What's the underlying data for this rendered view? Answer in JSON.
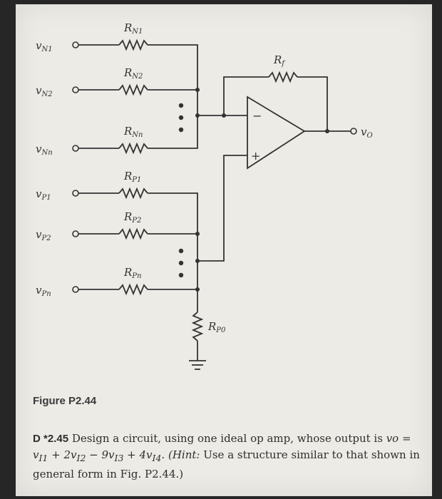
{
  "figure": {
    "caption": "Figure P2.44",
    "inputs": {
      "vN1": "v",
      "vN1_sub": "N1",
      "vN2": "v",
      "vN2_sub": "N2",
      "vNn": "v",
      "vNn_sub": "Nn",
      "vP1": "v",
      "vP1_sub": "P1",
      "vP2": "v",
      "vP2_sub": "P2",
      "vPn": "v",
      "vPn_sub": "Pn"
    },
    "resistors": {
      "RN1": "R",
      "RN1_sub": "N1",
      "RN2": "R",
      "RN2_sub": "N2",
      "RNn": "R",
      "RNn_sub": "Nn",
      "RP1": "R",
      "RP1_sub": "P1",
      "RP2": "R",
      "RP2_sub": "P2",
      "RPn": "R",
      "RPn_sub": "Pn",
      "RP0": "R",
      "RP0_sub": "P0",
      "Rf": "R",
      "Rf_sub": "f"
    },
    "output": {
      "label": "v",
      "sub": "O"
    },
    "opamp": {
      "minus": "−",
      "plus": "+"
    }
  },
  "problem": {
    "number": "D *2.45",
    "text_1": "Design a circuit, using one ideal op amp, whose output is ",
    "equation": "v",
    "eq_rest": "o = v",
    "eq_1": "I1",
    "eq_p2": " + 2v",
    "eq_2": "I2",
    "eq_p3": " − 9v",
    "eq_3": "I3",
    "eq_p4": " + 4v",
    "eq_4": "I4",
    "eq_end": ". ",
    "hint_label": "(Hint:",
    "hint_text": " Use a structure similar to that shown in general form in Fig. P2.44.)"
  }
}
